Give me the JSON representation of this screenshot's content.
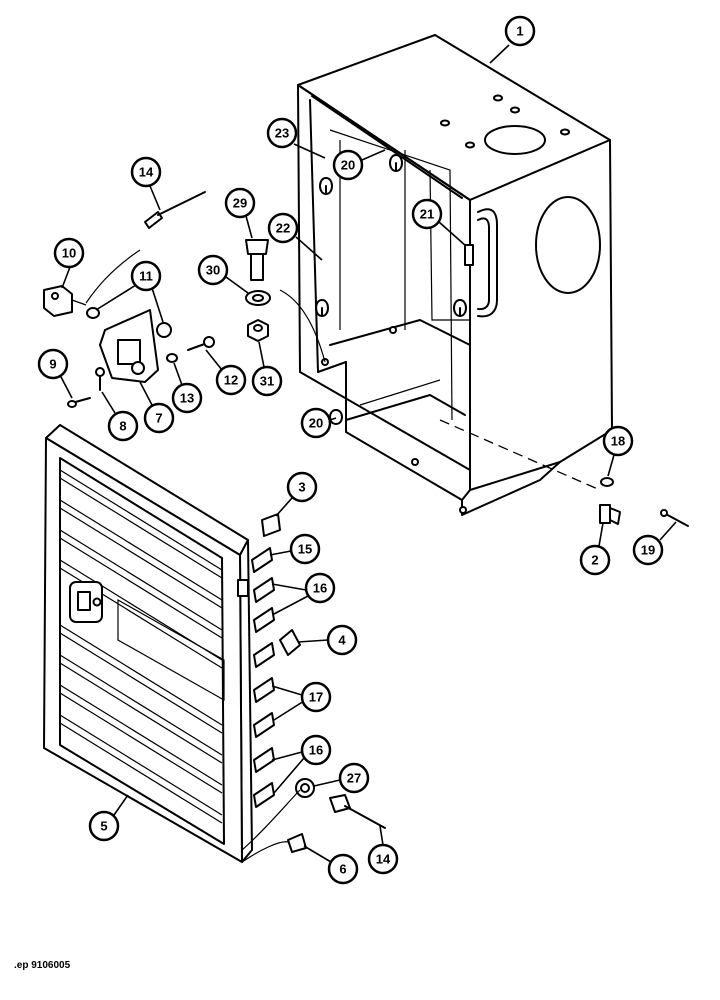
{
  "figure_id": ".ep 9106005",
  "callouts": [
    {
      "label": "1"
    },
    {
      "label": "23"
    },
    {
      "label": "20"
    },
    {
      "label": "14"
    },
    {
      "label": "29"
    },
    {
      "label": "22"
    },
    {
      "label": "21"
    },
    {
      "label": "10"
    },
    {
      "label": "11"
    },
    {
      "label": "30"
    },
    {
      "label": "9"
    },
    {
      "label": "12"
    },
    {
      "label": "31"
    },
    {
      "label": "13"
    },
    {
      "label": "8"
    },
    {
      "label": "7"
    },
    {
      "label": "20"
    },
    {
      "label": "18"
    },
    {
      "label": "3"
    },
    {
      "label": "2"
    },
    {
      "label": "19"
    },
    {
      "label": "15"
    },
    {
      "label": "16"
    },
    {
      "label": "4"
    },
    {
      "label": "17"
    },
    {
      "label": "16"
    },
    {
      "label": "27"
    },
    {
      "label": "5"
    },
    {
      "label": "14"
    },
    {
      "label": "6"
    }
  ]
}
